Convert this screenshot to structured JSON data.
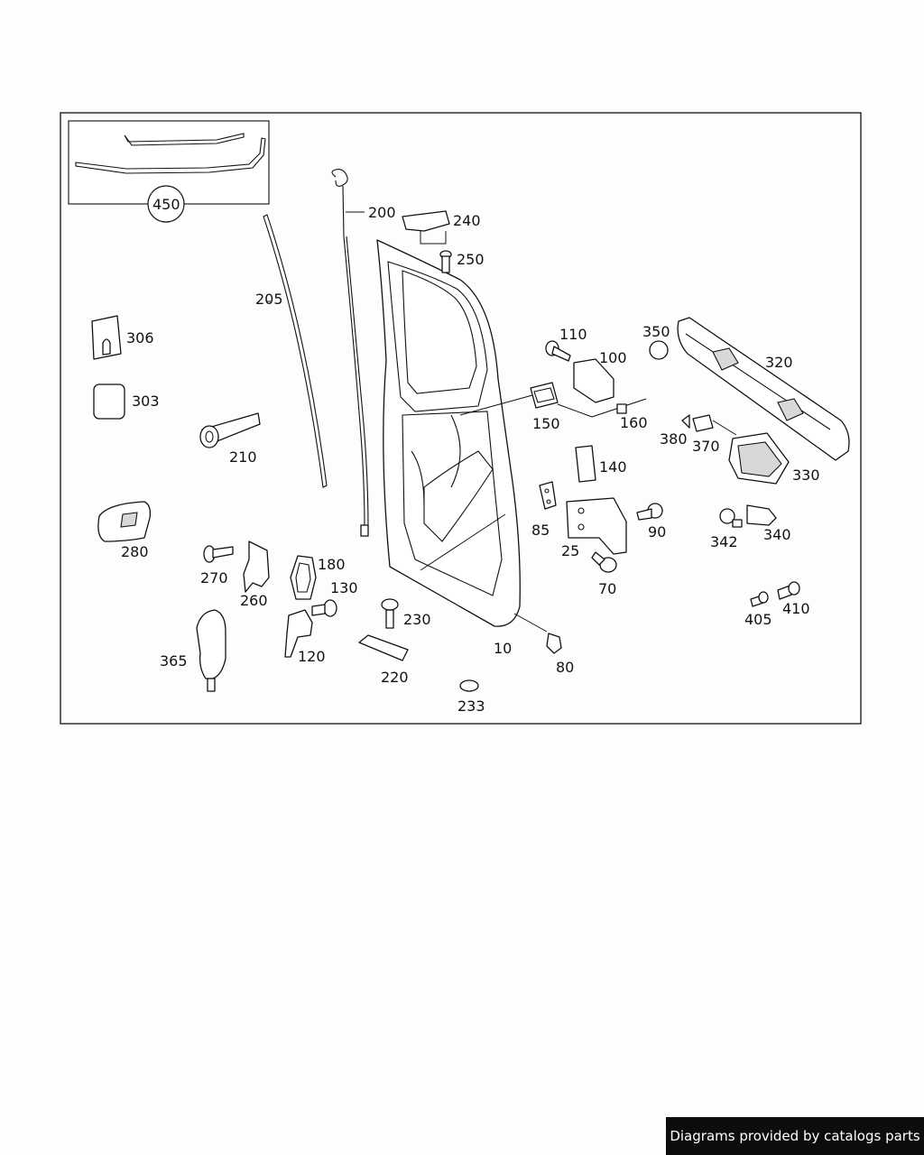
{
  "labels": {
    "p450": "450",
    "p200": "200",
    "p240": "240",
    "p250": "250",
    "p205": "205",
    "p306": "306",
    "p303": "303",
    "p210": "210",
    "p280": "280",
    "p270": "270",
    "p260": "260",
    "p180": "180",
    "p130": "130",
    "p120": "120",
    "p365": "365",
    "p230": "230",
    "p220": "220",
    "p233": "233",
    "p10": "10",
    "p80": "80",
    "p85": "85",
    "p110": "110",
    "p100": "100",
    "p150": "150",
    "p160": "160",
    "p140": "140",
    "p25": "25",
    "p90": "90",
    "p70": "70",
    "p350": "350",
    "p320": "320",
    "p380": "380",
    "p370": "370",
    "p330": "330",
    "p342": "342",
    "p340": "340",
    "p405": "405",
    "p410": "410"
  },
  "footer": {
    "text": "Diagrams provided by catalogs parts"
  }
}
